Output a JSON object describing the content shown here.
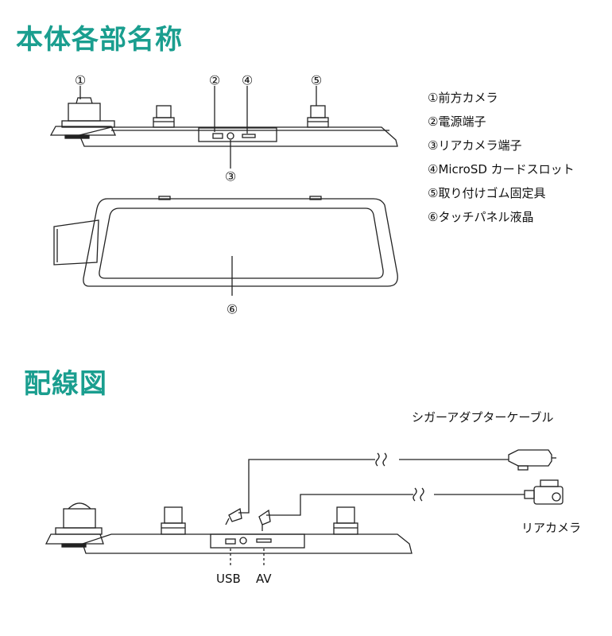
{
  "section1": {
    "title": "本体各部名称",
    "callouts": [
      "①",
      "②",
      "④",
      "⑤",
      "③",
      "⑥"
    ],
    "parts": [
      "①前方カメラ",
      "②電源端子",
      "③リアカメラ端子",
      "④MicroSD カードスロット",
      "⑤取り付けゴム固定具",
      "⑥タッチパネル液晶"
    ]
  },
  "section2": {
    "title": "配線図",
    "labels": {
      "cigar": "シガーアダプターケーブル",
      "rear_camera": "リアカメラ",
      "usb": "USB",
      "av": "AV"
    }
  }
}
